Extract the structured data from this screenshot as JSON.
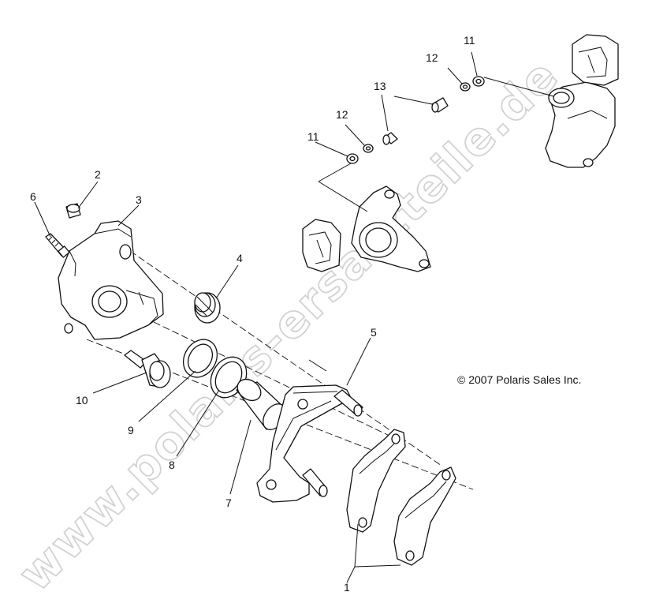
{
  "diagram": {
    "copyright": "© 2007 Polaris Sales Inc.",
    "watermark": "www.polaris-ersatzteile.de",
    "callouts": [
      {
        "id": "c1",
        "label": "1"
      },
      {
        "id": "c2",
        "label": "2"
      },
      {
        "id": "c3",
        "label": "3"
      },
      {
        "id": "c4",
        "label": "4"
      },
      {
        "id": "c5",
        "label": "5"
      },
      {
        "id": "c6",
        "label": "6"
      },
      {
        "id": "c7",
        "label": "7"
      },
      {
        "id": "c8",
        "label": "8"
      },
      {
        "id": "c9",
        "label": "9"
      },
      {
        "id": "c10",
        "label": "10"
      },
      {
        "id": "c11a",
        "label": "11"
      },
      {
        "id": "c11b",
        "label": "11"
      },
      {
        "id": "c12a",
        "label": "12"
      },
      {
        "id": "c12b",
        "label": "12"
      },
      {
        "id": "c13",
        "label": "13"
      }
    ]
  }
}
